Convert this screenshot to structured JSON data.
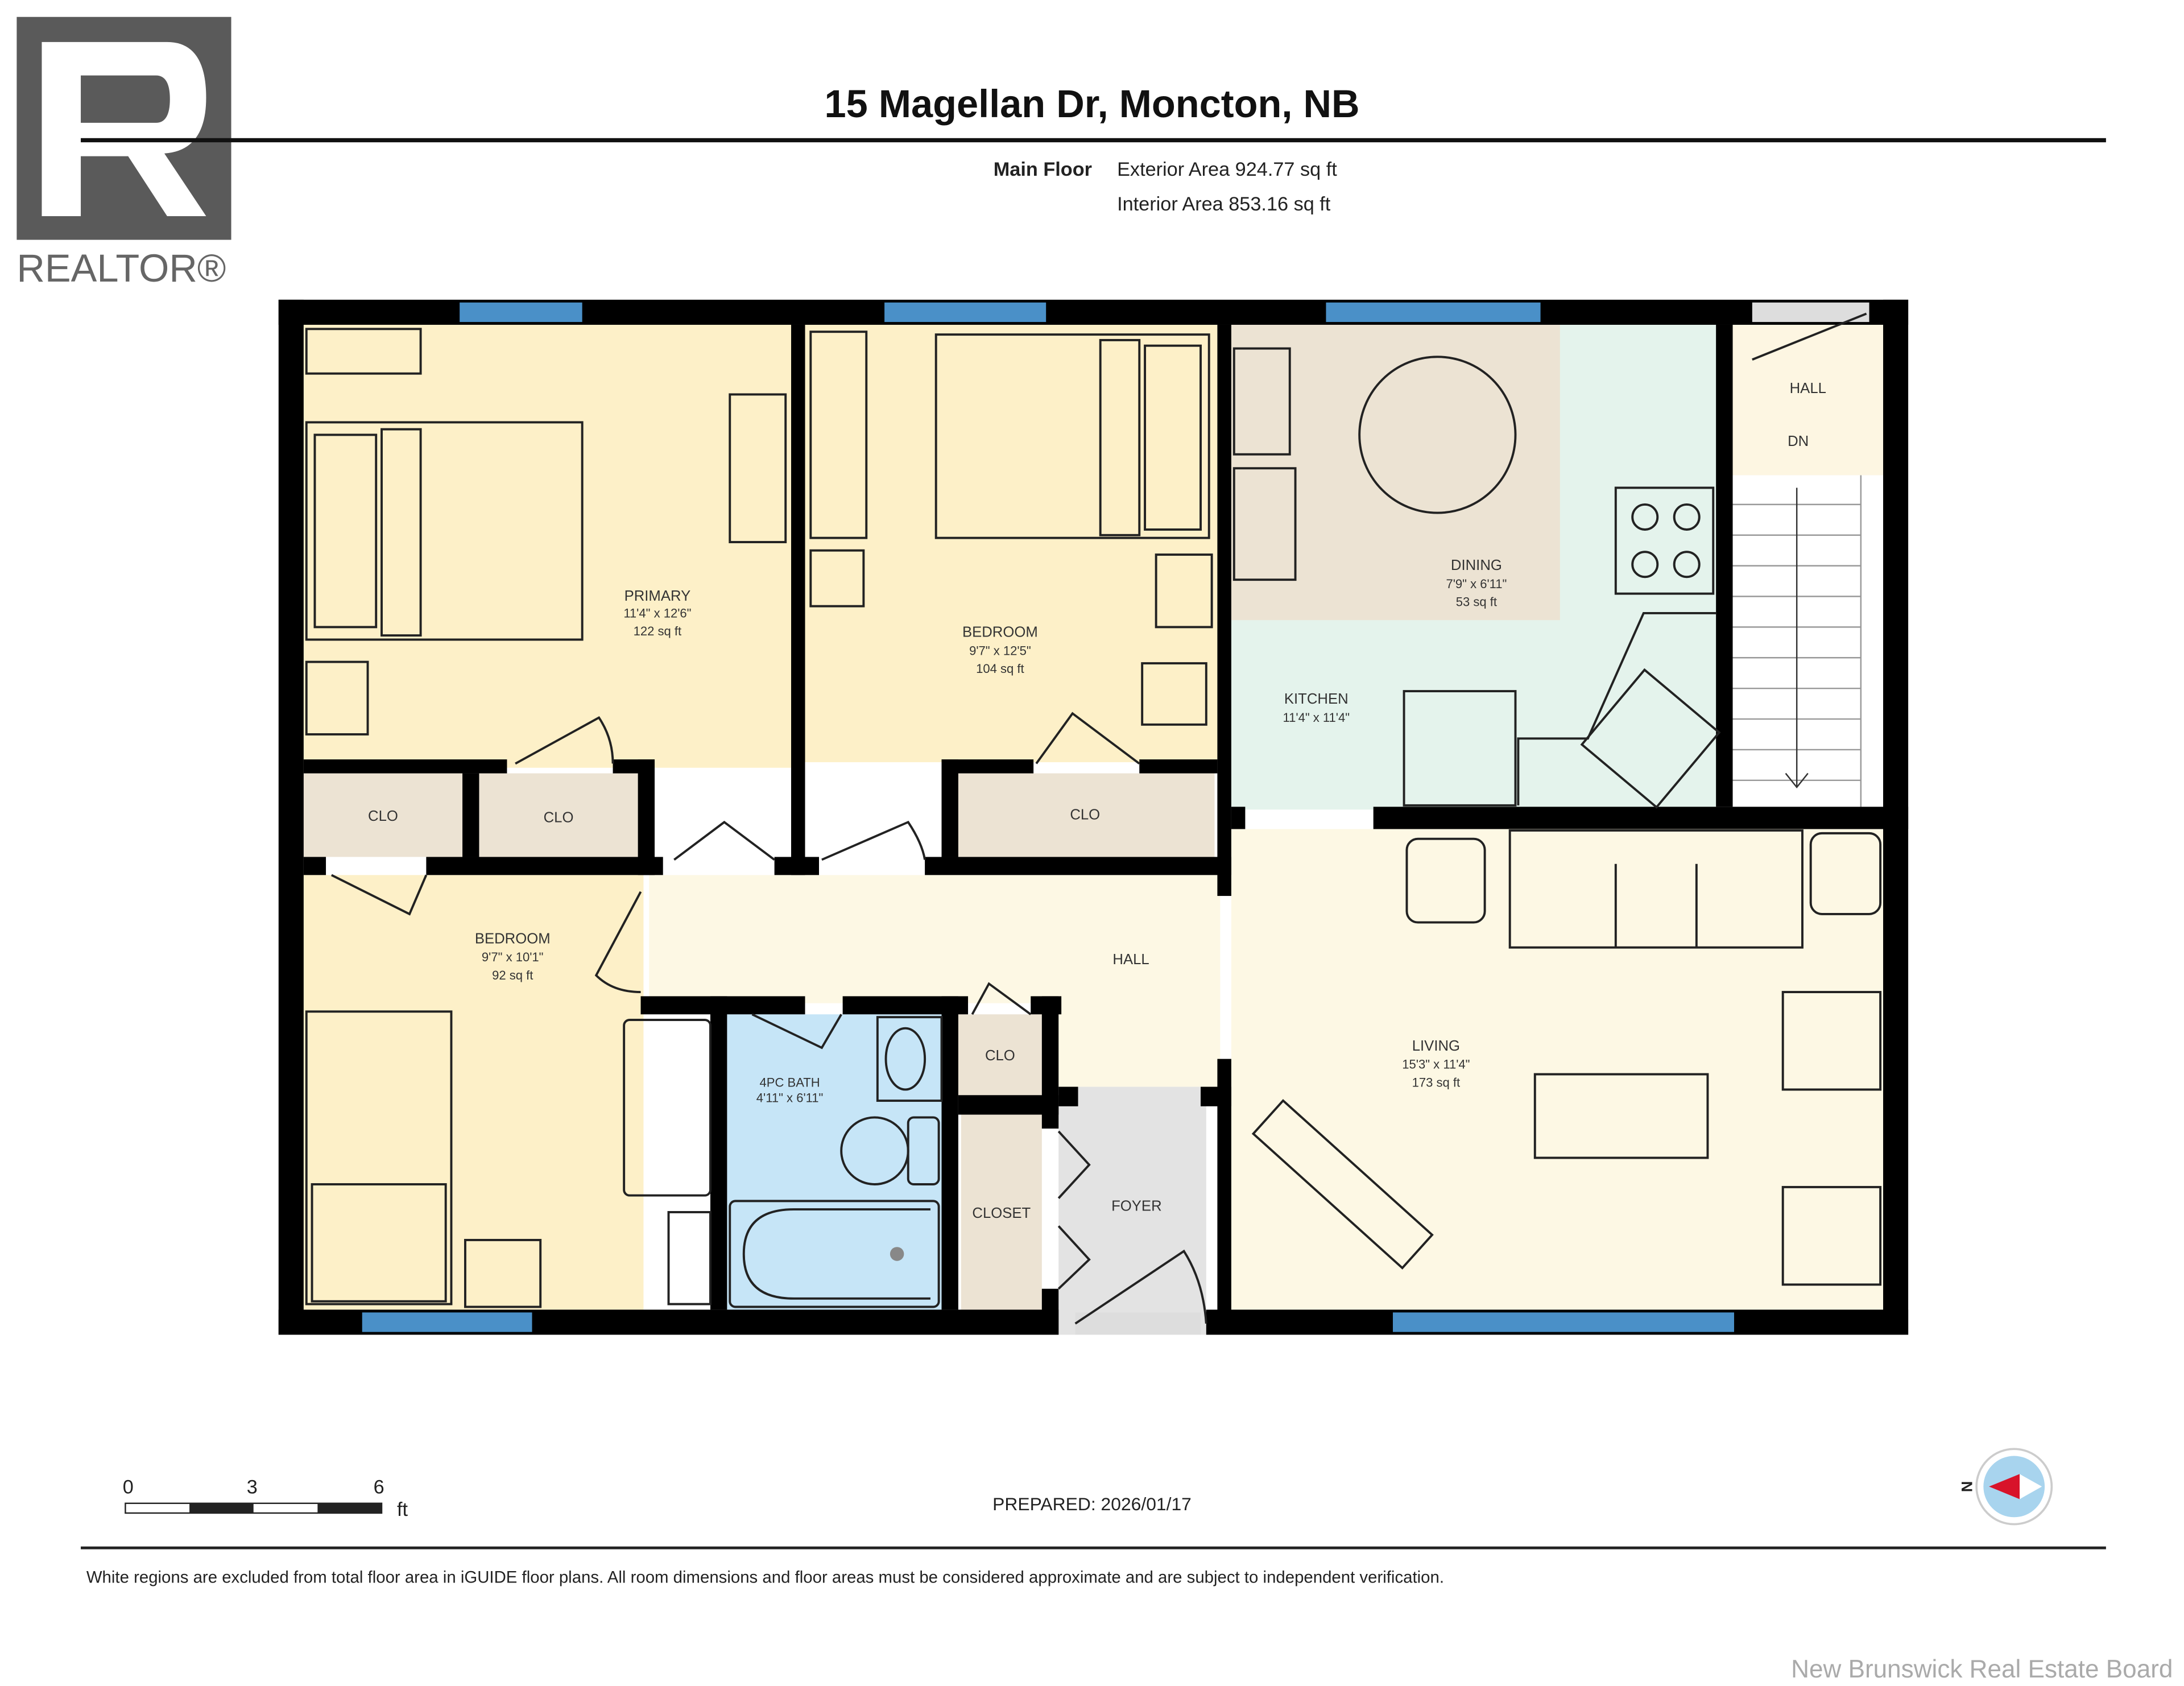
{
  "logo": {
    "text": "REALTOR®"
  },
  "header": {
    "title": "15 Magellan Dr, Moncton, NB",
    "floor_label": "Main Floor",
    "exterior_area": "Exterior Area 924.77 sq ft",
    "interior_area": "Interior Area 853.16 sq ft"
  },
  "rooms": {
    "primary": {
      "name": "PRIMARY",
      "dims": "11'4\" x 12'6\"",
      "area": "122 sq ft"
    },
    "bedroom2": {
      "name": "BEDROOM",
      "dims": "9'7\" x 12'5\"",
      "area": "104 sq ft"
    },
    "dining": {
      "name": "DINING",
      "dims": "7'9\" x 6'11\"",
      "area": "53 sq ft"
    },
    "kitchen": {
      "name": "KITCHEN",
      "dims": "11'4\" x 11'4\""
    },
    "hall_top": {
      "name": "HALL",
      "stairs": "DN"
    },
    "clo1": {
      "name": "CLO"
    },
    "clo2": {
      "name": "CLO"
    },
    "clo3": {
      "name": "CLO"
    },
    "bedroom3": {
      "name": "BEDROOM",
      "dims": "9'7\" x 10'1\"",
      "area": "92 sq ft"
    },
    "hall": {
      "name": "HALL"
    },
    "bath": {
      "name": "4PC BATH",
      "dims": "4'11\" x 6'11\""
    },
    "clo4": {
      "name": "CLO"
    },
    "closet": {
      "name": "CLOSET"
    },
    "foyer": {
      "name": "FOYER"
    },
    "living": {
      "name": "LIVING",
      "dims": "15'3\" x 11'4\"",
      "area": "173 sq ft"
    }
  },
  "colors": {
    "bedroom": "#fdf0c8",
    "hall": "#fdf8e4",
    "closet": "#ece3d3",
    "kitchen": "#e4f3ec",
    "bath": "#c6e5f7",
    "foyer": "#e3e3e3",
    "window": "#4a90c8"
  },
  "scale": {
    "labels": [
      "0",
      "3",
      "6"
    ],
    "unit": "ft"
  },
  "compass": {
    "label": "N"
  },
  "prepared": "PREPARED: 2026/01/17",
  "disclaimer": "White regions are excluded from total floor area in iGUIDE floor plans. All room dimensions and floor areas must be considered approximate and are subject to independent verification.",
  "watermark": "New Brunswick Real Estate Board"
}
